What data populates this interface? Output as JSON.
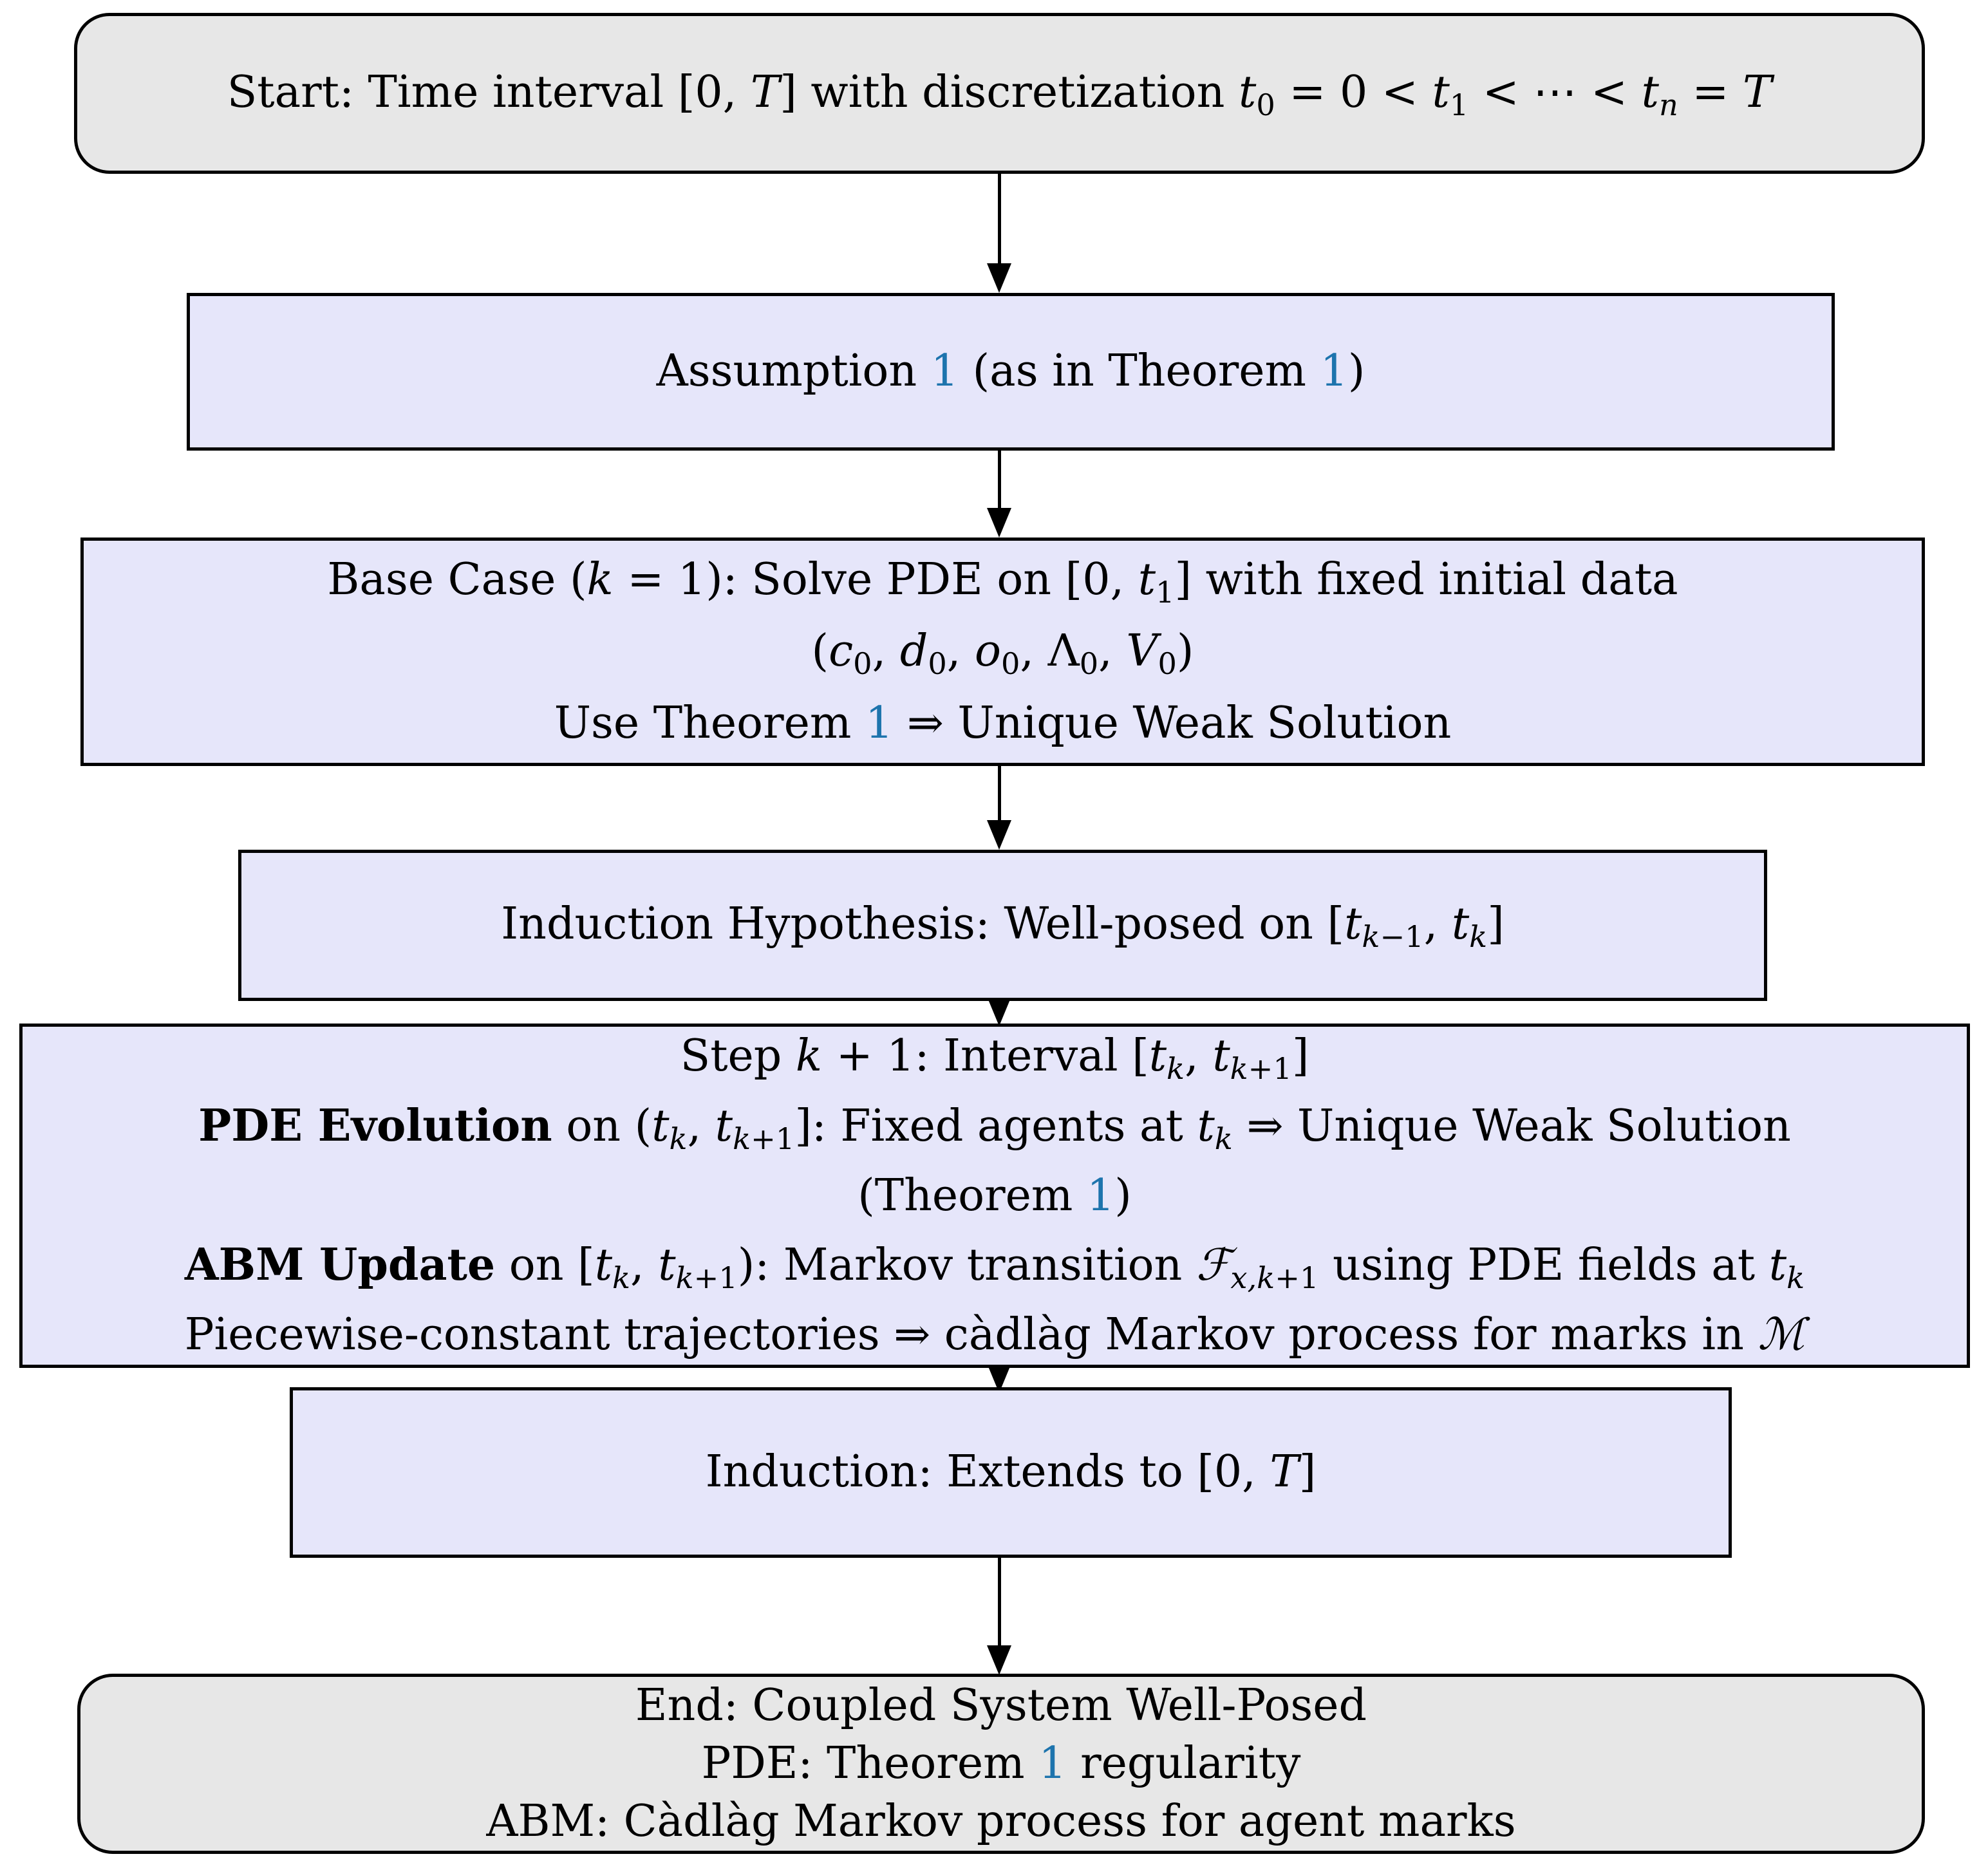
{
  "colors": {
    "page_bg": "#ffffff",
    "terminal_fill": "#e7e7e7",
    "process_fill": "#e6e6fa",
    "border_color": "#000000",
    "link_color": "#1d74ad"
  },
  "nodes": {
    "start": {
      "shape": "rounded-terminal",
      "lines": [
        [
          {
            "t": "Start: Time interval [0, "
          },
          {
            "t": "T",
            "s": "i"
          },
          {
            "t": "] with discretization "
          },
          {
            "t": "t",
            "s": "i"
          },
          {
            "t": "0",
            "s": "sub"
          },
          {
            "t": " = 0 < "
          },
          {
            "t": "t",
            "s": "i"
          },
          {
            "t": "1",
            "s": "sub"
          },
          {
            "t": " < ⋯ < "
          },
          {
            "t": "t",
            "s": "i"
          },
          {
            "t": "n",
            "s": "subi"
          },
          {
            "t": " = "
          },
          {
            "t": "T",
            "s": "i"
          }
        ]
      ]
    },
    "assumption": {
      "shape": "process",
      "lines": [
        [
          {
            "t": "Assumption "
          },
          {
            "t": "1",
            "s": "l"
          },
          {
            "t": " (as in Theorem "
          },
          {
            "t": "1",
            "s": "l"
          },
          {
            "t": ")"
          }
        ]
      ]
    },
    "base_case": {
      "shape": "process",
      "lines": [
        [
          {
            "t": "Base Case ("
          },
          {
            "t": "k",
            "s": "i"
          },
          {
            "t": " = 1): Solve PDE on [0, "
          },
          {
            "t": "t",
            "s": "i"
          },
          {
            "t": "1",
            "s": "sub"
          },
          {
            "t": "] with fixed initial data"
          }
        ],
        [
          {
            "t": "("
          },
          {
            "t": "c",
            "s": "i"
          },
          {
            "t": "0",
            "s": "sub"
          },
          {
            "t": ", "
          },
          {
            "t": "d",
            "s": "i"
          },
          {
            "t": "0",
            "s": "sub"
          },
          {
            "t": ", "
          },
          {
            "t": "o",
            "s": "i"
          },
          {
            "t": "0",
            "s": "sub"
          },
          {
            "t": ", Λ"
          },
          {
            "t": "0",
            "s": "sub"
          },
          {
            "t": ", "
          },
          {
            "t": "V",
            "s": "i"
          },
          {
            "t": "0",
            "s": "sub"
          },
          {
            "t": ")"
          }
        ],
        [
          {
            "t": "Use Theorem "
          },
          {
            "t": "1",
            "s": "l"
          },
          {
            "t": " ⇒ Unique Weak Solution"
          }
        ]
      ]
    },
    "hypothesis": {
      "shape": "process",
      "lines": [
        [
          {
            "t": "Induction Hypothesis: Well-posed on ["
          },
          {
            "t": "t",
            "s": "i"
          },
          {
            "t": "k",
            "s": "subi"
          },
          {
            "t": "−1",
            "s": "sub"
          },
          {
            "t": ", "
          },
          {
            "t": "t",
            "s": "i"
          },
          {
            "t": "k",
            "s": "subi"
          },
          {
            "t": "]"
          }
        ]
      ]
    },
    "step": {
      "shape": "process",
      "lines": [
        [
          {
            "t": "Step "
          },
          {
            "t": "k",
            "s": "i"
          },
          {
            "t": " + 1: Interval ["
          },
          {
            "t": "t",
            "s": "i"
          },
          {
            "t": "k",
            "s": "subi"
          },
          {
            "t": ", "
          },
          {
            "t": "t",
            "s": "i"
          },
          {
            "t": "k",
            "s": "subi"
          },
          {
            "t": "+1",
            "s": "sub"
          },
          {
            "t": "]"
          }
        ],
        [
          {
            "t": "PDE Evolution",
            "s": "b"
          },
          {
            "t": " on ("
          },
          {
            "t": "t",
            "s": "i"
          },
          {
            "t": "k",
            "s": "subi"
          },
          {
            "t": ", "
          },
          {
            "t": "t",
            "s": "i"
          },
          {
            "t": "k",
            "s": "subi"
          },
          {
            "t": "+1",
            "s": "sub"
          },
          {
            "t": "]: Fixed agents at "
          },
          {
            "t": "t",
            "s": "i"
          },
          {
            "t": "k",
            "s": "subi"
          },
          {
            "t": " ⇒ Unique Weak Solution"
          }
        ],
        [
          {
            "t": "(Theorem "
          },
          {
            "t": "1",
            "s": "l"
          },
          {
            "t": ")"
          }
        ],
        [
          {
            "t": "ABM Update",
            "s": "b"
          },
          {
            "t": " on ["
          },
          {
            "t": "t",
            "s": "i"
          },
          {
            "t": "k",
            "s": "subi"
          },
          {
            "t": ", "
          },
          {
            "t": "t",
            "s": "i"
          },
          {
            "t": "k",
            "s": "subi"
          },
          {
            "t": "+1",
            "s": "sub"
          },
          {
            "t": "): Markov transition "
          },
          {
            "t": "ℱ",
            "s": "i"
          },
          {
            "t": "x,k",
            "s": "subi"
          },
          {
            "t": "+1",
            "s": "sub"
          },
          {
            "t": " using PDE fields at "
          },
          {
            "t": "t",
            "s": "i"
          },
          {
            "t": "k",
            "s": "subi"
          }
        ],
        [
          {
            "t": "Piecewise-constant trajectories ⇒ càdlàg Markov process for marks in "
          },
          {
            "t": "ℳ",
            "s": "i"
          }
        ]
      ]
    },
    "induction": {
      "shape": "process",
      "lines": [
        [
          {
            "t": "Induction: Extends to [0, "
          },
          {
            "t": "T",
            "s": "i"
          },
          {
            "t": "]"
          }
        ]
      ]
    },
    "end": {
      "shape": "rounded-terminal",
      "lines": [
        [
          {
            "t": "End: Coupled System Well-Posed"
          }
        ],
        [
          {
            "t": "PDE: Theorem "
          },
          {
            "t": "1",
            "s": "l"
          },
          {
            "t": " regularity"
          }
        ],
        [
          {
            "t": "ABM: Càdlàg Markov process for agent marks"
          }
        ]
      ]
    }
  }
}
